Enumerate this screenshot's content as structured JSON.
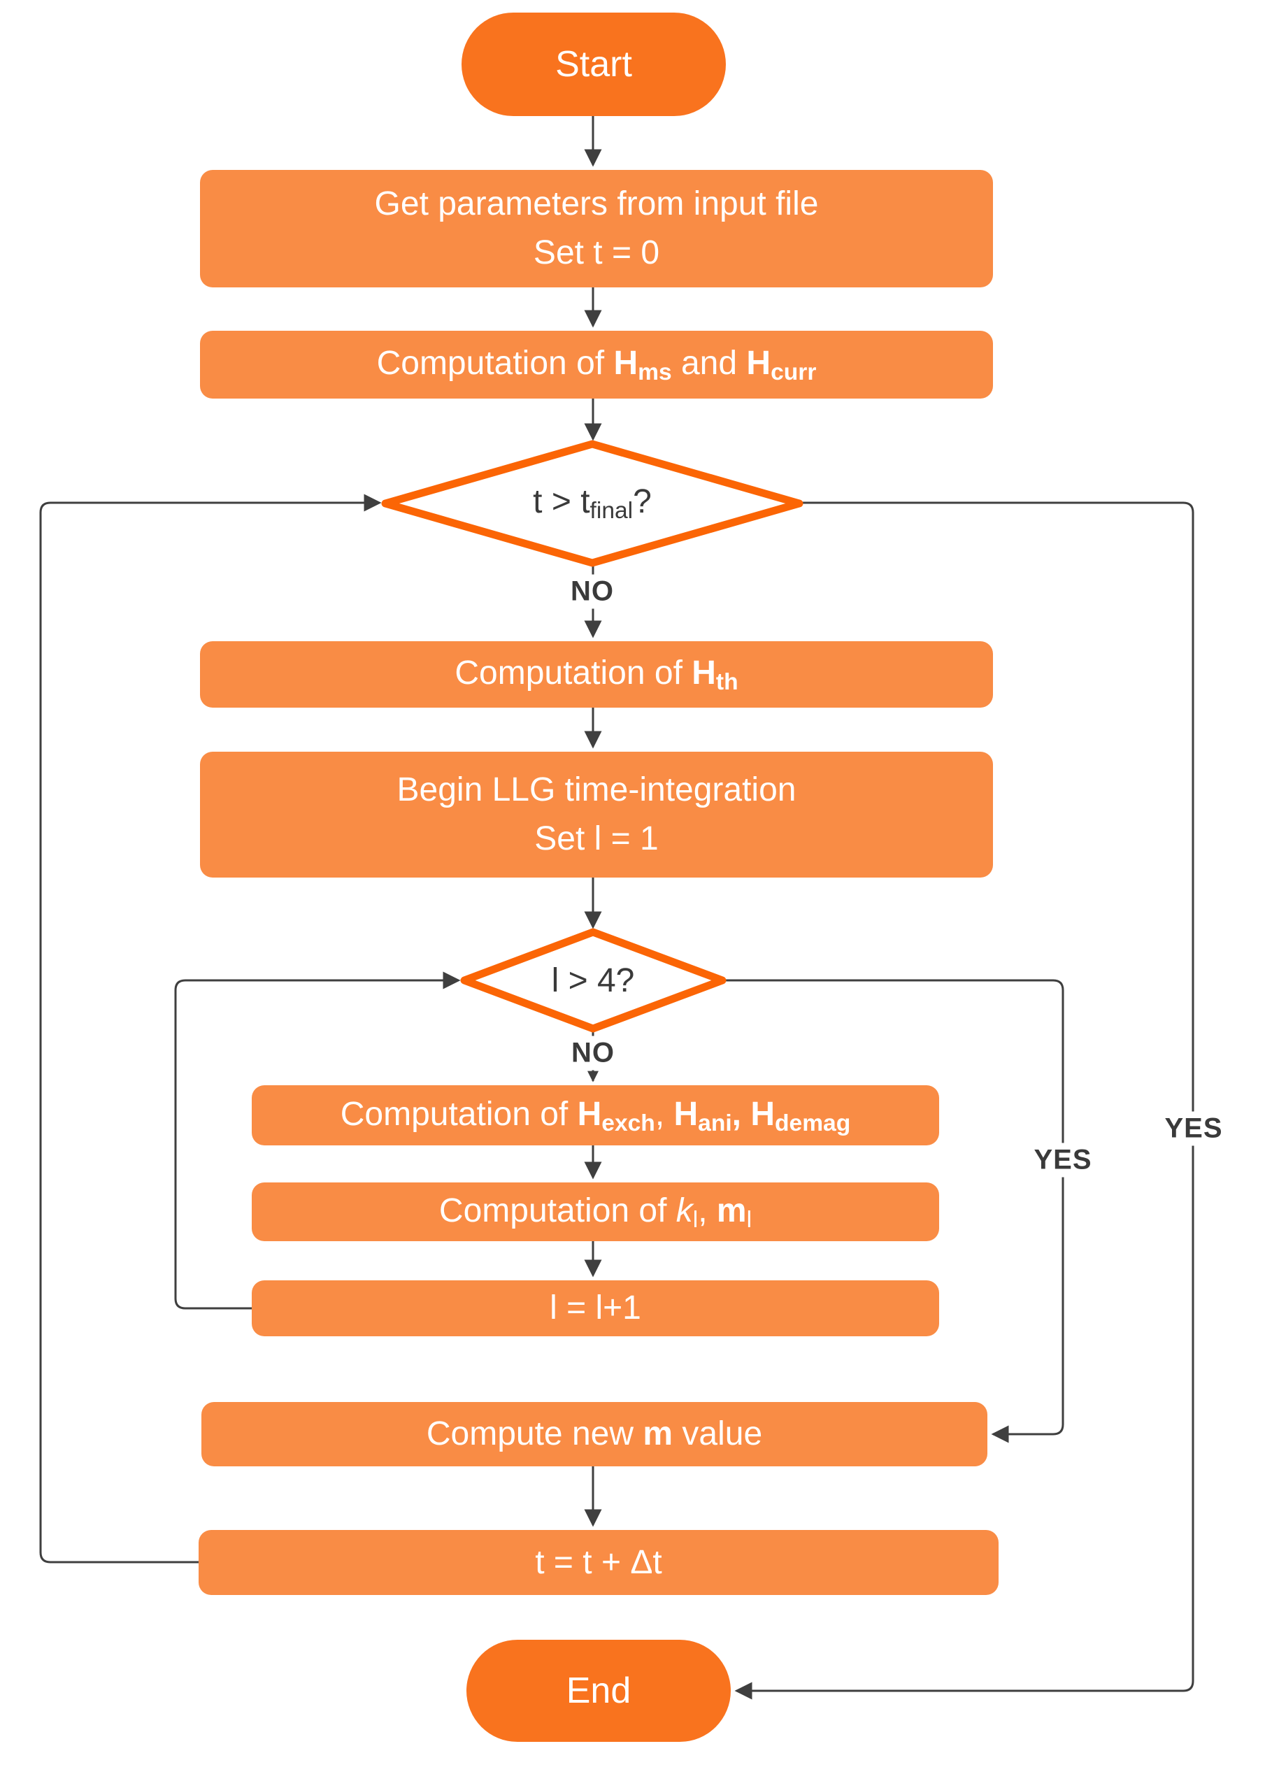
{
  "colors": {
    "process_fill": "#F98C45",
    "terminal_fill": "#F9731E",
    "decision_stroke": "#FB6505",
    "decision_fill": "#FFFFFF",
    "connector": "#3F3F3F",
    "node_text": "#FFFFFF",
    "label_text": "#3A3A3A",
    "page_bg": "#FFFFFF"
  },
  "nodes": {
    "start": {
      "type": "terminal",
      "label": "Start"
    },
    "get_parameters": {
      "type": "process",
      "text": "Get parameters from input file / Set t = 0",
      "segments": [
        {
          "t": "Get parameters from input file"
        },
        {
          "br": true
        },
        {
          "t": "Set t = 0"
        }
      ]
    },
    "comp_hms_hcurr": {
      "type": "process",
      "text": "Computation of Hms and Hcurr",
      "segments": [
        {
          "t": "Computation of "
        },
        {
          "t": "H",
          "b": true
        },
        {
          "t": "ms",
          "b": true,
          "sub": true
        },
        {
          "t": " and "
        },
        {
          "t": "H",
          "b": true
        },
        {
          "t": "curr",
          "b": true,
          "sub": true
        }
      ]
    },
    "t_final_check": {
      "type": "decision",
      "text": "t > tfinal?",
      "segments": [
        {
          "t": "t > t"
        },
        {
          "t": "final",
          "sub": true
        },
        {
          "t": "?"
        }
      ]
    },
    "comp_hth": {
      "type": "process",
      "text": "Computation of Hth",
      "segments": [
        {
          "t": "Computation of "
        },
        {
          "t": "H",
          "b": true
        },
        {
          "t": "th",
          "b": true,
          "sub": true
        }
      ]
    },
    "begin_llg": {
      "type": "process",
      "text": "Begin LLG time-integration / Set l = 1",
      "segments": [
        {
          "t": "Begin LLG time-integration"
        },
        {
          "br": true
        },
        {
          "t": "Set l = 1"
        }
      ]
    },
    "l_check": {
      "type": "decision",
      "text": "l > 4?",
      "segments": [
        {
          "t": "l > 4?"
        }
      ]
    },
    "comp_hexch": {
      "type": "process",
      "text": "Computation of Hexch, Hani, Hdemag",
      "segments": [
        {
          "t": "Computation of "
        },
        {
          "t": "H",
          "b": true
        },
        {
          "t": "exch",
          "b": true,
          "sub": true
        },
        {
          "t": ", "
        },
        {
          "t": "H",
          "b": true
        },
        {
          "t": "ani",
          "b": true,
          "sub": true
        },
        {
          "t": ", ",
          "b": true
        },
        {
          "t": "H",
          "b": true
        },
        {
          "t": "demag",
          "b": true,
          "sub": true
        }
      ]
    },
    "comp_kl_ml": {
      "type": "process",
      "text": "Computation of kl, ml",
      "segments": [
        {
          "t": "Computation of "
        },
        {
          "t": "k",
          "i": true
        },
        {
          "t": "l",
          "sub": true
        },
        {
          "t": ", "
        },
        {
          "t": "m",
          "b": true
        },
        {
          "t": "l",
          "sub": true
        }
      ]
    },
    "l_increment": {
      "type": "process",
      "text": "l = l+1",
      "segments": [
        {
          "t": "l = l+1"
        }
      ]
    },
    "compute_new_m": {
      "type": "process",
      "text": "Compute new m value",
      "segments": [
        {
          "t": "Compute new "
        },
        {
          "t": "m",
          "b": true
        },
        {
          "t": " value"
        }
      ]
    },
    "t_increment": {
      "type": "process",
      "text": "t = t + Δt",
      "segments": [
        {
          "t": "t = t + Δt"
        }
      ]
    },
    "end": {
      "type": "terminal",
      "label": "End"
    }
  },
  "edge_labels": {
    "no_after_t_check": "NO",
    "no_after_l_check": "NO",
    "yes_inner_loop": "YES",
    "yes_outer_loop": "YES"
  }
}
